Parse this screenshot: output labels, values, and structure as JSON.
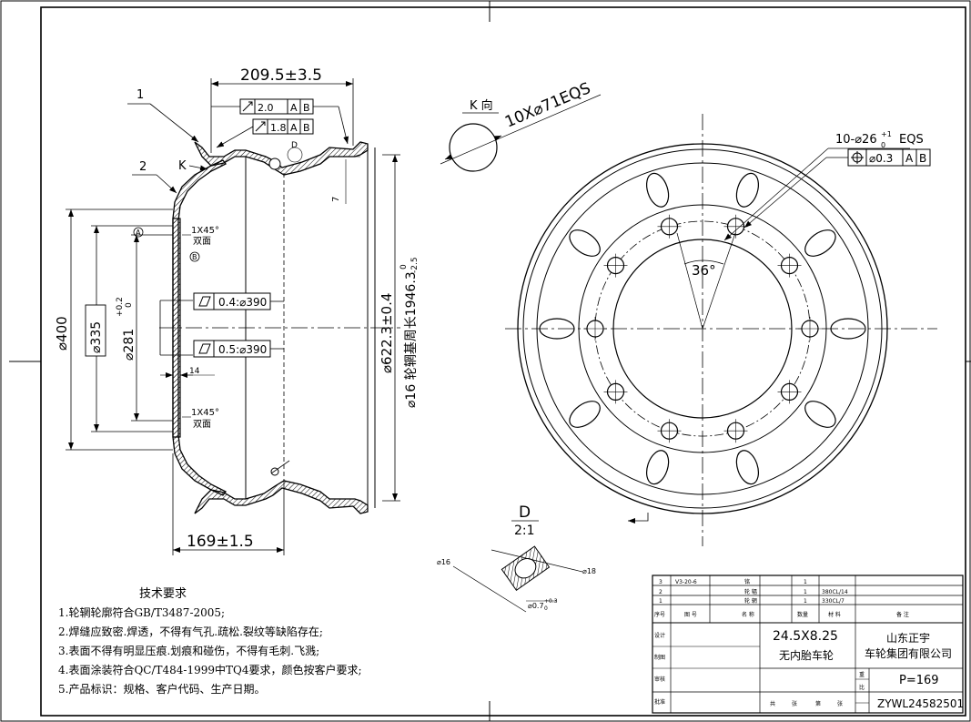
{
  "dims": {
    "width_top": "209.5±3.5",
    "width_bottom": "169±1.5",
    "dia_400": "⌀400",
    "dia_335": "⌀335",
    "dia_281": "⌀281",
    "dia_281_tol_up": "+0.2",
    "dia_281_tol_low": "0",
    "dia_622": "⌀622.3±0.4",
    "dia_1946": "⌀16 轮辋基周长1946.3",
    "dia_1946_tol_up": "0",
    "dia_1946_tol_low": "-2.5",
    "dim_14": "14",
    "chamfer_1": "1X45°",
    "chamfer_1_note": "双面",
    "chamfer_2": "1X45°",
    "chamfer_2_note": "双面",
    "label_1": "1",
    "label_2": "2",
    "label_K": "K",
    "label_D": "D",
    "datum_A": "A",
    "datum_B": "B"
  },
  "tolerances": {
    "runout_1_value": "2.0",
    "runout_2_value": "1.8",
    "datum_a": "A",
    "datum_b": "B",
    "flat_1": "0.4:⌀390",
    "flat_2": "0.5:⌀390"
  },
  "right_view": {
    "k_view": "K 向",
    "holes": "10X⌀71EQS",
    "bolt_holes": "10-⌀26",
    "bolt_holes_tol_up": "+1",
    "bolt_holes_tol_low": "0",
    "bolt_holes_suffix": "EQS",
    "position_tol": "⌀0.3",
    "datum_a": "A",
    "datum_b": "B",
    "angle": "36°"
  },
  "detail_d": {
    "label": "D",
    "scale": "2:1",
    "dia_16": "⌀16",
    "dia_18": "⌀18",
    "dia_07": "⌀0.7",
    "dia_07_tol": "+0.3",
    "dia_07_tol_low": "0"
  },
  "notes": {
    "title": "技术要求",
    "items": [
      "1.轮辋轮廓符合GB/T3487-2005;",
      "2.焊缝应致密.焊透，不得有气孔.疏松.裂纹等缺陷存在;",
      "3.表面不得有明显压痕.划痕和碰伤，不得有毛刺.飞溅;",
      "4.表面涂装符合QC/T484-1999中TQ4要求，颜色按客户要求;",
      "5.产品标识：规格、客户代码、生产日期。"
    ]
  },
  "title_block": {
    "rows": [
      {
        "no": "3",
        "code": "V3-20-6",
        "name": "铭",
        "qty": "1",
        "material": ""
      },
      {
        "no": "2",
        "code": "",
        "name": "轮 辐",
        "qty": "1",
        "material": "380CL/14"
      },
      {
        "no": "1",
        "code": "",
        "name": "轮 辋",
        "qty": "1",
        "material": "330CL/7"
      }
    ],
    "header_no": "序号",
    "header_code": "图 号",
    "header_name": "名 称",
    "header_qty": "数量",
    "header_material": "材 料",
    "header_note": "备 注",
    "spec": "24.5X8.25",
    "product": "无内胎车轮",
    "company_1": "山东正宇",
    "company_2": "车轮集团有限公司",
    "left_1": "设计",
    "left_2": "制图",
    "left_3": "审核",
    "left_4": "批准",
    "mark_1": "重",
    "mark_2": "比",
    "p_value": "P=169",
    "drawing_no": "ZYWL24582501",
    "bottom_cells": [
      "共",
      "张",
      "第",
      "张"
    ]
  }
}
